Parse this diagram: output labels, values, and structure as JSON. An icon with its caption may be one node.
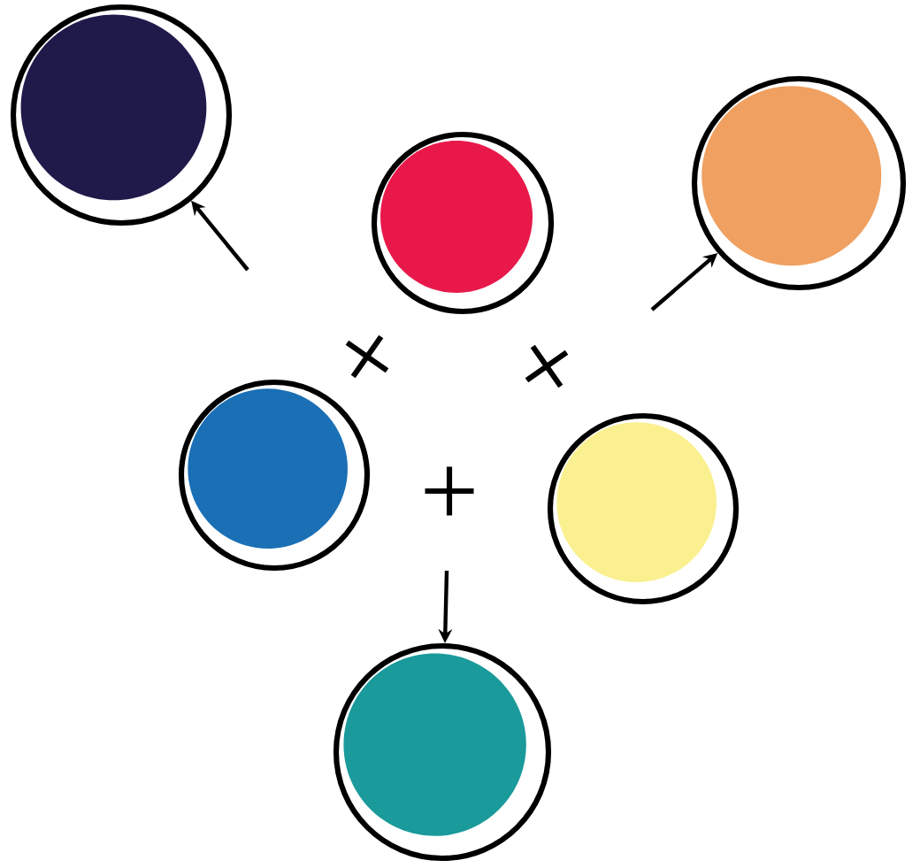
{
  "diagram": {
    "nodes": [
      {
        "text": [],
        "shape": "circle"
      },
      {
        "text": [],
        "shape": "circle"
      },
      {
        "text": [],
        "shape": "circle"
      },
      {
        "text": [],
        "shape": "circle"
      },
      {
        "text": [],
        "shape": "circle"
      },
      {
        "text": [],
        "shape": "circle"
      }
    ],
    "edges": [
      {
        "from": null,
        "to": 0,
        "arrow": "to"
      },
      {
        "from": null,
        "to": 2,
        "arrow": "to"
      },
      {
        "from": null,
        "to": 5,
        "arrow": "to"
      }
    ]
  }
}
